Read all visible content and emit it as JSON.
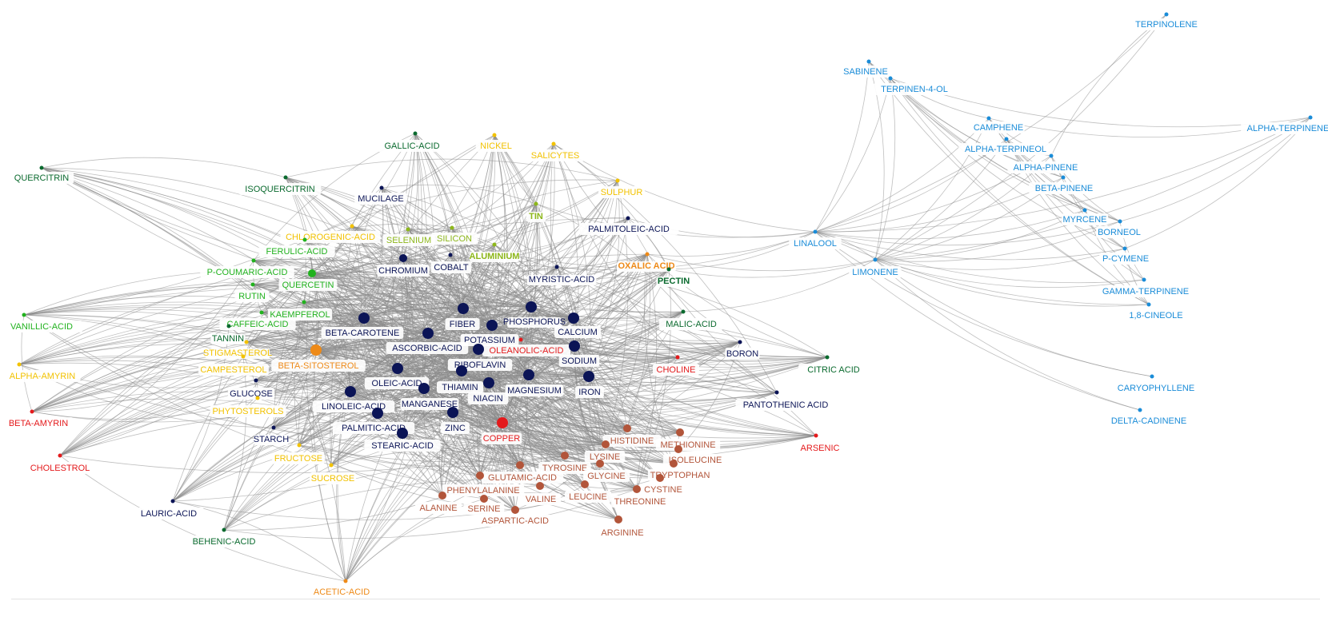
{
  "colors": {
    "navy": "#0b1456",
    "dark_green": "#0a6a2e",
    "green": "#21b21e",
    "lime": "#8db71a",
    "yellow": "#f2c200",
    "orange": "#ee8a18",
    "red": "#e41a1c",
    "brown": "#b2553a",
    "blue": "#1a8cd8"
  },
  "nodes": [
    {
      "id": "quercitrin",
      "label": "QUERCITRIN",
      "group": "dark_green",
      "size": "small"
    },
    {
      "id": "gallic",
      "label": "GALLIC-ACID",
      "group": "dark_green",
      "size": "small"
    },
    {
      "id": "nickel",
      "label": "NICKEL",
      "group": "yellow",
      "size": "small"
    },
    {
      "id": "salicytes",
      "label": "SALICYTES",
      "group": "yellow",
      "size": "small"
    },
    {
      "id": "isoquercitrin",
      "label": "ISOQUERCITRIN",
      "group": "dark_green",
      "size": "small"
    },
    {
      "id": "mucilage",
      "label": "MUCILAGE",
      "group": "navy",
      "size": "small"
    },
    {
      "id": "sulphur",
      "label": "SULPHUR",
      "group": "yellow",
      "size": "small"
    },
    {
      "id": "tin",
      "label": "TIN",
      "group": "lime",
      "size": "small"
    },
    {
      "id": "chlorogenic",
      "label": "CHLOROGENIC-ACID",
      "group": "yellow",
      "size": "small"
    },
    {
      "id": "selenium",
      "label": "SELENIUM",
      "group": "lime",
      "size": "small"
    },
    {
      "id": "silicon",
      "label": "SILICON",
      "group": "lime",
      "size": "small"
    },
    {
      "id": "palmitoleic",
      "label": "PALMITOLEIC-ACID",
      "group": "navy",
      "size": "small"
    },
    {
      "id": "ferulic",
      "label": "FERULIC-ACID",
      "group": "green",
      "size": "small"
    },
    {
      "id": "aluminium",
      "label": "ALUMINIUM",
      "group": "lime",
      "size": "small"
    },
    {
      "id": "pcoumaric",
      "label": "P-COUMARIC-ACID",
      "group": "green",
      "size": "small"
    },
    {
      "id": "chromium",
      "label": "CHROMIUM",
      "group": "navy",
      "size": "medium"
    },
    {
      "id": "cobalt",
      "label": "COBALT",
      "group": "navy",
      "size": "small"
    },
    {
      "id": "oxalic",
      "label": "OXALIC ACID",
      "group": "orange",
      "size": "small"
    },
    {
      "id": "myristic",
      "label": "MYRISTIC-ACID",
      "group": "navy",
      "size": "small"
    },
    {
      "id": "pectin",
      "label": "PECTIN",
      "group": "dark_green",
      "size": "small"
    },
    {
      "id": "quercetin",
      "label": "QUERCETIN",
      "group": "green",
      "size": "medium"
    },
    {
      "id": "rutin",
      "label": "RUTIN",
      "group": "green",
      "size": "small"
    },
    {
      "id": "kaempferol",
      "label": "KAEMPFEROL",
      "group": "green",
      "size": "small"
    },
    {
      "id": "vanillic",
      "label": "VANILLIC-ACID",
      "group": "green",
      "size": "small"
    },
    {
      "id": "caffeic",
      "label": "CAFFEIC-ACID",
      "group": "green",
      "size": "small"
    },
    {
      "id": "betacarotene",
      "label": "BETA-CAROTENE",
      "group": "navy",
      "size": "large"
    },
    {
      "id": "fiber",
      "label": "FIBER",
      "group": "navy",
      "size": "large"
    },
    {
      "id": "phosphorus",
      "label": "PHOSPHORUS",
      "group": "navy",
      "size": "large"
    },
    {
      "id": "calcium",
      "label": "CALCIUM",
      "group": "navy",
      "size": "large"
    },
    {
      "id": "malic",
      "label": "MALIC-ACID",
      "group": "dark_green",
      "size": "small"
    },
    {
      "id": "tannin",
      "label": "TANNIN",
      "group": "dark_green",
      "size": "small"
    },
    {
      "id": "potassium",
      "label": "POTASSIUM",
      "group": "navy",
      "size": "large"
    },
    {
      "id": "ascorbic",
      "label": "ASCORBIC-ACID",
      "group": "navy",
      "size": "large"
    },
    {
      "id": "stigmasterol",
      "label": "STIGMASTEROL",
      "group": "yellow",
      "size": "small"
    },
    {
      "id": "oleanolic",
      "label": "OLEANOLIC-ACID",
      "group": "red",
      "size": "small"
    },
    {
      "id": "alphaamyrin",
      "label": "ALPHA-AMYRIN",
      "group": "yellow",
      "size": "small"
    },
    {
      "id": "betasitosterol",
      "label": "BETA-SITOSTEROL",
      "group": "orange",
      "size": "large"
    },
    {
      "id": "boron",
      "label": "BORON",
      "group": "navy",
      "size": "small"
    },
    {
      "id": "sodium",
      "label": "SODIUM",
      "group": "navy",
      "size": "large"
    },
    {
      "id": "campesterol",
      "label": "CAMPESTEROL",
      "group": "yellow",
      "size": "small"
    },
    {
      "id": "riboflavin",
      "label": "RIBOFLAVIN",
      "group": "navy",
      "size": "large"
    },
    {
      "id": "choline",
      "label": "CHOLINE",
      "group": "red",
      "size": "small"
    },
    {
      "id": "citric",
      "label": "CITRIC ACID",
      "group": "dark_green",
      "size": "small"
    },
    {
      "id": "oleic",
      "label": "OLEIC-ACID",
      "group": "navy",
      "size": "large"
    },
    {
      "id": "thiamin",
      "label": "THIAMIN",
      "group": "navy",
      "size": "large"
    },
    {
      "id": "magnesium",
      "label": "MAGNESIUM",
      "group": "navy",
      "size": "large"
    },
    {
      "id": "iron",
      "label": "IRON",
      "group": "navy",
      "size": "large"
    },
    {
      "id": "glucose",
      "label": "GLUCOSE",
      "group": "navy",
      "size": "small"
    },
    {
      "id": "niacin",
      "label": "NIACIN",
      "group": "navy",
      "size": "large"
    },
    {
      "id": "linoleic",
      "label": "LINOLEIC-ACID",
      "group": "navy",
      "size": "large"
    },
    {
      "id": "manganese",
      "label": "MANGANESE",
      "group": "navy",
      "size": "large"
    },
    {
      "id": "pantothenic",
      "label": "PANTOTHENIC ACID",
      "group": "navy",
      "size": "small"
    },
    {
      "id": "phytosterols",
      "label": "PHYTOSTEROLS",
      "group": "yellow",
      "size": "small"
    },
    {
      "id": "betaamyrin",
      "label": "BETA-AMYRIN",
      "group": "red",
      "size": "small"
    },
    {
      "id": "palmitic",
      "label": "PALMITIC-ACID",
      "group": "navy",
      "size": "large"
    },
    {
      "id": "zinc",
      "label": "ZINC",
      "group": "navy",
      "size": "large"
    },
    {
      "id": "starch",
      "label": "STARCH",
      "group": "navy",
      "size": "small"
    },
    {
      "id": "copper",
      "label": "COPPER",
      "group": "red",
      "size": "large"
    },
    {
      "id": "histidine",
      "label": "HISTIDINE",
      "group": "brown",
      "size": "medium"
    },
    {
      "id": "methionine",
      "label": "METHIONINE",
      "group": "brown",
      "size": "medium"
    },
    {
      "id": "arsenic",
      "label": "ARSENIC",
      "group": "red",
      "size": "small"
    },
    {
      "id": "stearic",
      "label": "STEARIC-ACID",
      "group": "navy",
      "size": "large"
    },
    {
      "id": "lysine",
      "label": "LYSINE",
      "group": "brown",
      "size": "medium"
    },
    {
      "id": "cholestrol",
      "label": "CHOLESTROL",
      "group": "red",
      "size": "small"
    },
    {
      "id": "fructose",
      "label": "FRUCTOSE",
      "group": "yellow",
      "size": "small"
    },
    {
      "id": "isoleucine",
      "label": "ISOLEUCINE",
      "group": "brown",
      "size": "medium"
    },
    {
      "id": "tyrosine",
      "label": "TYROSINE",
      "group": "brown",
      "size": "medium"
    },
    {
      "id": "glutamic",
      "label": "GLUTAMIC-ACID",
      "group": "brown",
      "size": "medium"
    },
    {
      "id": "glycine",
      "label": "GLYCINE",
      "group": "brown",
      "size": "medium"
    },
    {
      "id": "tryptophan",
      "label": "TRYPTOPHAN",
      "group": "brown",
      "size": "medium"
    },
    {
      "id": "sucrose",
      "label": "SUCROSE",
      "group": "yellow",
      "size": "small"
    },
    {
      "id": "cystine",
      "label": "CYSTINE",
      "group": "brown",
      "size": "medium"
    },
    {
      "id": "phenylalanine",
      "label": "PHENYLALANINE",
      "group": "brown",
      "size": "medium"
    },
    {
      "id": "valine",
      "label": "VALINE",
      "group": "brown",
      "size": "medium"
    },
    {
      "id": "leucine",
      "label": "LEUCINE",
      "group": "brown",
      "size": "medium"
    },
    {
      "id": "threonine",
      "label": "THREONINE",
      "group": "brown",
      "size": "medium"
    },
    {
      "id": "alanine",
      "label": "ALANINE",
      "group": "brown",
      "size": "medium"
    },
    {
      "id": "serine",
      "label": "SERINE",
      "group": "brown",
      "size": "medium"
    },
    {
      "id": "lauric",
      "label": "LAURIC-ACID",
      "group": "navy",
      "size": "small"
    },
    {
      "id": "aspartic",
      "label": "ASPARTIC-ACID",
      "group": "brown",
      "size": "medium"
    },
    {
      "id": "arginine",
      "label": "ARGININE",
      "group": "brown",
      "size": "medium"
    },
    {
      "id": "behenic",
      "label": "BEHENIC-ACID",
      "group": "dark_green",
      "size": "small"
    },
    {
      "id": "acetic",
      "label": "ACETIC-ACID",
      "group": "orange",
      "size": "small"
    },
    {
      "id": "terpinolene",
      "label": "TERPINOLENE",
      "group": "blue",
      "size": "small"
    },
    {
      "id": "sabinene",
      "label": "SABINENE",
      "group": "blue",
      "size": "small"
    },
    {
      "id": "terpinen4ol",
      "label": "TERPINEN-4-OL",
      "group": "blue",
      "size": "small"
    },
    {
      "id": "camphene",
      "label": "CAMPHENE",
      "group": "blue",
      "size": "small"
    },
    {
      "id": "alphaterpinene",
      "label": "ALPHA-TERPINENE",
      "group": "blue",
      "size": "small"
    },
    {
      "id": "alphaterpineol",
      "label": "ALPHA-TERPINEOL",
      "group": "blue",
      "size": "small"
    },
    {
      "id": "alphapinene",
      "label": "ALPHA-PINENE",
      "group": "blue",
      "size": "small"
    },
    {
      "id": "betapinene",
      "label": "BETA-PINENE",
      "group": "blue",
      "size": "small"
    },
    {
      "id": "myrcene",
      "label": "MYRCENE",
      "group": "blue",
      "size": "small"
    },
    {
      "id": "borneol",
      "label": "BORNEOL",
      "group": "blue",
      "size": "small"
    },
    {
      "id": "linalool",
      "label": "LINALOOL",
      "group": "blue",
      "size": "small"
    },
    {
      "id": "pcymene",
      "label": "P-CYMENE",
      "group": "blue",
      "size": "small"
    },
    {
      "id": "limonene",
      "label": "LIMONENE",
      "group": "blue",
      "size": "small"
    },
    {
      "id": "gammaterpinene",
      "label": "GAMMA-TERPINENE",
      "group": "blue",
      "size": "small"
    },
    {
      "id": "cineole",
      "label": "1,8-CINEOLE",
      "group": "blue",
      "size": "small"
    },
    {
      "id": "caryophyllene",
      "label": "CARYOPHYLLENE",
      "group": "blue",
      "size": "small"
    },
    {
      "id": "deltacadinene",
      "label": "DELTA-CADINENE",
      "group": "blue",
      "size": "small"
    }
  ]
}
